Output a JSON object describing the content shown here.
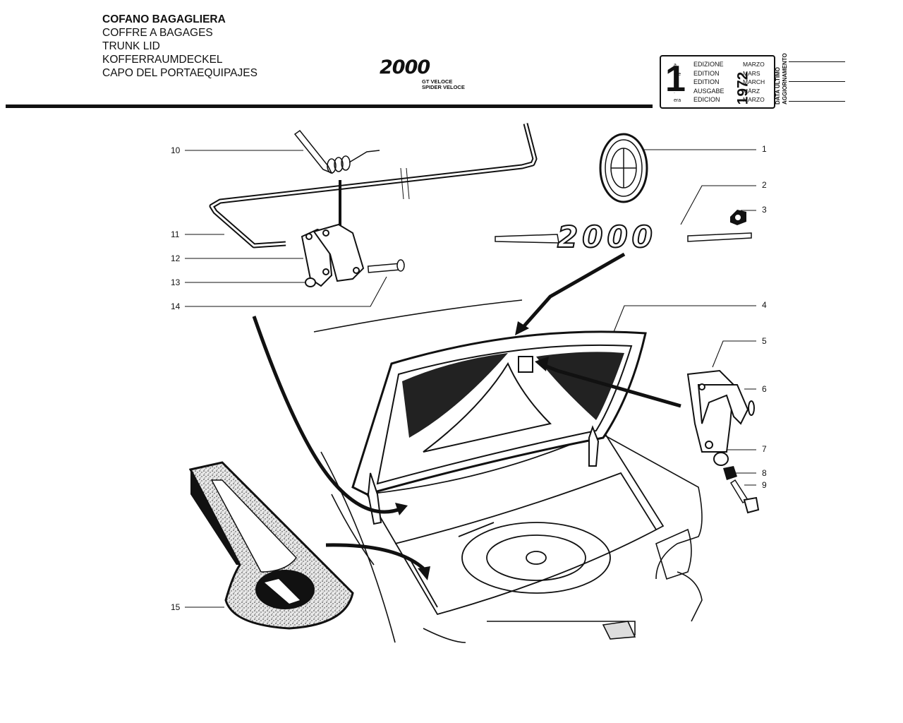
{
  "header": {
    "titles": [
      "COFANO BAGAGLIERA",
      "COFFRE A BAGAGES",
      "TRUNK LID",
      "KOFFERRAUMDECKEL",
      "CAPO DEL PORTAEQUIPAJES"
    ],
    "model_logo": "2000",
    "model_sub": [
      "GT VELOCE",
      "SPIDER VELOCE"
    ]
  },
  "edition_box": {
    "number": "1",
    "ordinals": [
      "a",
      "ere",
      "st",
      ".",
      "era"
    ],
    "words": [
      "EDIZIONE",
      "EDITION",
      "EDITION",
      "AUSGABE",
      "EDICION"
    ],
    "year": "1972",
    "months": [
      "MARZO",
      "MARS",
      "MARCH",
      "MÄRZ",
      "MARZO"
    ]
  },
  "update_label": [
    "DATA ULTIMO",
    "AGGIORNAMENTO"
  ],
  "diagram": {
    "badge_text": "2000",
    "callouts_left": [
      "10",
      "11",
      "12",
      "13",
      "14",
      "15"
    ],
    "callouts_right": [
      "1",
      "2",
      "3",
      "4",
      "5",
      "6",
      "7",
      "8",
      "9"
    ]
  }
}
